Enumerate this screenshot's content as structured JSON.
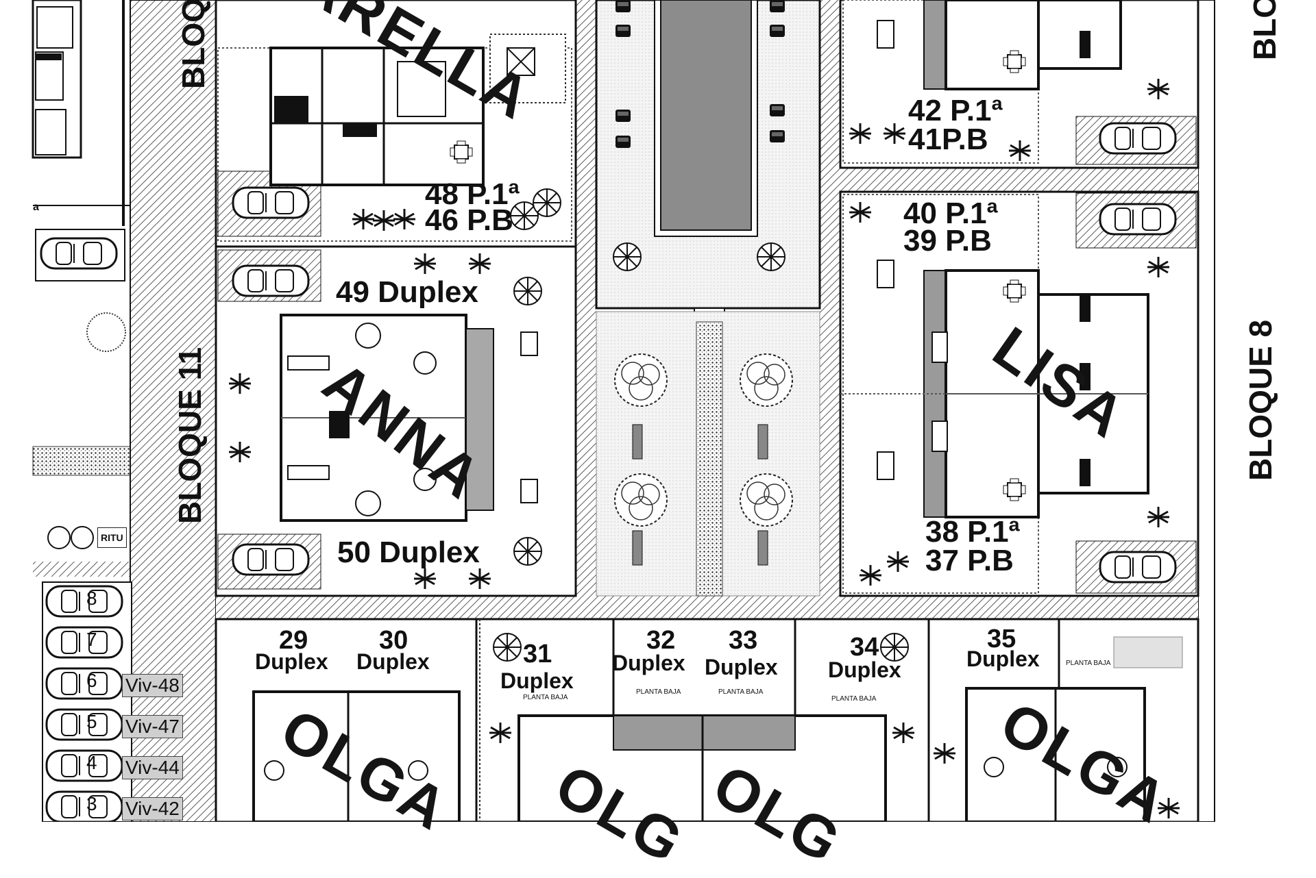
{
  "streets": {
    "left_top": "BLOQ",
    "left_main": "BLOQUE 11",
    "right_top": "BLO",
    "right_main": "BLOQUE 8"
  },
  "buildings": {
    "estrella": "ARELLA",
    "anna": "ANNA",
    "lisa": "LISA",
    "olga_left": "OLGA",
    "olga_mid1": "OLG",
    "olga_mid2": "OLG",
    "olga_right": "OLGA"
  },
  "units": {
    "u48": "48 P.1ª",
    "u46": "46 P.B",
    "u49": "49 Duplex",
    "u50": "50 Duplex",
    "u42": "42 P.1ª",
    "u41": "41P.B",
    "u40": "40 P.1ª",
    "u39": "39 P.B",
    "u38": "38 P.1ª",
    "u37": "37 P.B",
    "u29_n": "29",
    "u29_t": "Duplex",
    "u30_n": "30",
    "u30_t": "Duplex",
    "u31_n": "31",
    "u31_t": "Duplex",
    "u31_s": "PLANTA BAJA",
    "u32_n": "32",
    "u32_t": "Duplex",
    "u32_s": "PLANTA BAJA",
    "u33_n": "33",
    "u33_t": "Duplex",
    "u33_s": "PLANTA BAJA",
    "u34_n": "34",
    "u34_t": "Duplex",
    "u34_s": "PLANTA BAJA",
    "u35_n": "35",
    "u35_t": "Duplex",
    "u35_s": "PLANTA BAJA"
  },
  "parking": [
    {
      "num": "8",
      "viv": ""
    },
    {
      "num": "7",
      "viv": ""
    },
    {
      "num": "6",
      "viv": "Viv-48"
    },
    {
      "num": "5",
      "viv": "Viv-47"
    },
    {
      "num": "4",
      "viv": "Viv-44"
    },
    {
      "num": "3",
      "viv": "Viv-42"
    }
  ],
  "misc": {
    "ritu": "RITU",
    "edge_a": "a"
  },
  "colors": {
    "ink": "#1a1a1a",
    "wall_gray": "#9a9a9a",
    "pool": "#8c8c8c",
    "hatch": "#6a6a6a",
    "terrace_gray": "#b0b0b0"
  }
}
